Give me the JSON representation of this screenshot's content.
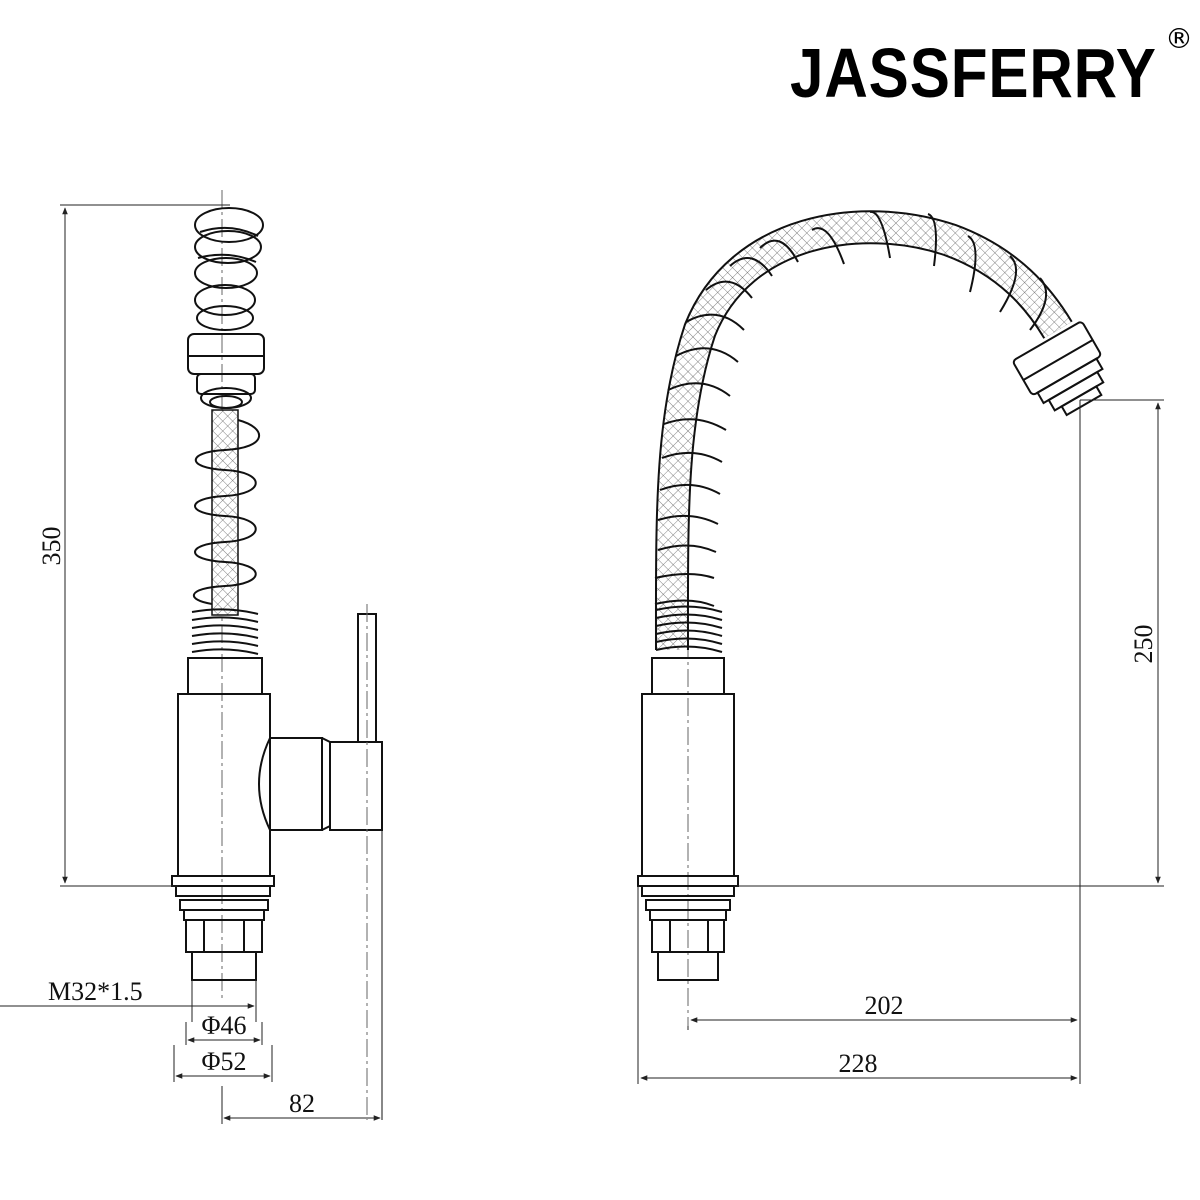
{
  "brand": {
    "name": "JASSFERRY",
    "registered_mark": "®"
  },
  "colors": {
    "line": "#111111",
    "background": "#ffffff",
    "dim": "#444444"
  },
  "side_view": {
    "dimensions": {
      "height": "350",
      "thread": "M32*1.5",
      "inner_diameter": "Φ46",
      "outer_diameter": "Φ52",
      "handle_reach": "82"
    }
  },
  "front_view": {
    "dimensions": {
      "spout_height": "250",
      "spout_reach": "202",
      "overall_reach": "228"
    }
  }
}
